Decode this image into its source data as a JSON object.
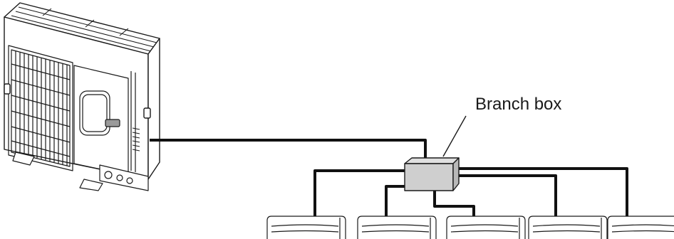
{
  "labels": {
    "branch_box": "Branch box"
  },
  "components": {
    "outdoor_unit": "outdoor-unit",
    "branch_box": "branch-box",
    "indoor_units": [
      "indoor-unit-1",
      "indoor-unit-2",
      "indoor-unit-3",
      "indoor-unit-4",
      "indoor-unit-5"
    ]
  },
  "colors": {
    "pipe": "#111111",
    "branch_box_fill": "#cfcfcf",
    "outline": "#1a1a1a"
  }
}
